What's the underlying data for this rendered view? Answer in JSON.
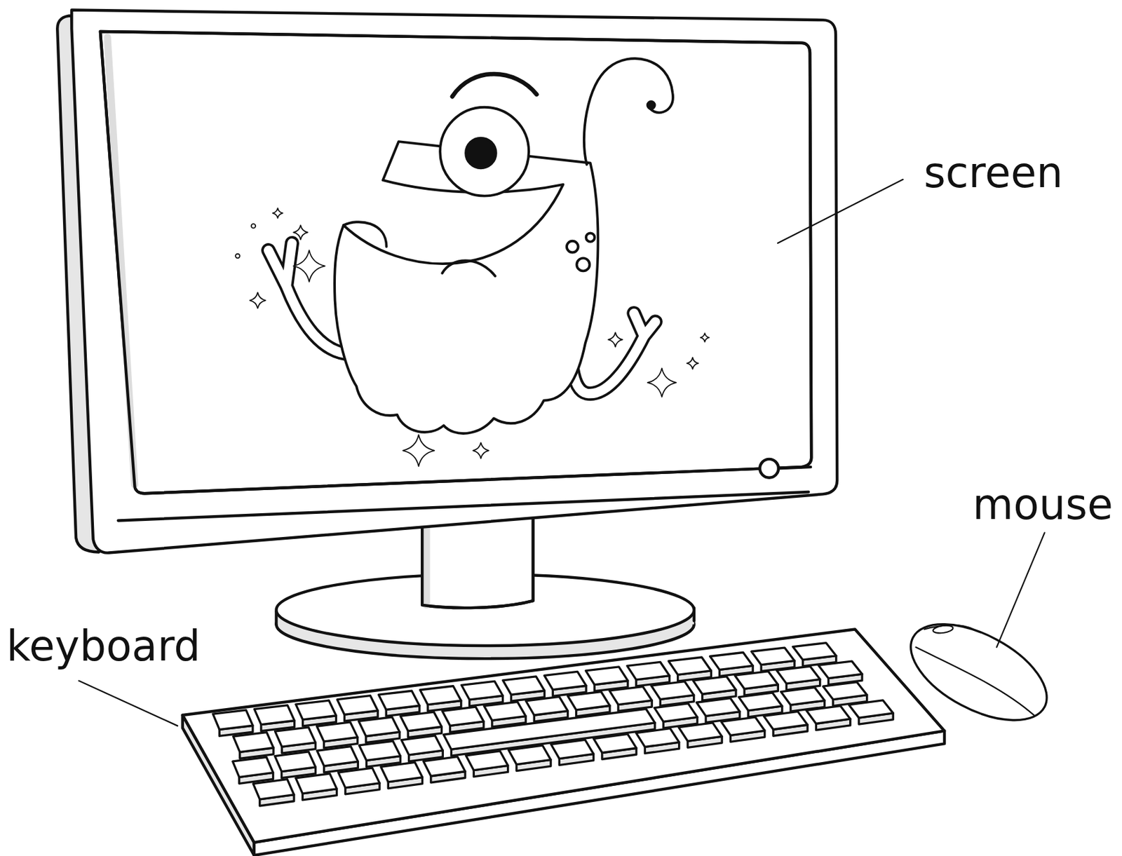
{
  "diagram": {
    "labels": [
      "screen",
      "mouse",
      "keyboard"
    ]
  }
}
